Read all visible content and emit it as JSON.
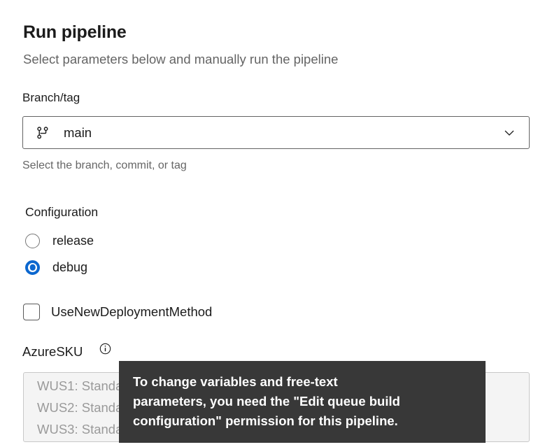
{
  "header": {
    "title": "Run pipeline",
    "subtitle": "Select parameters below and manually run the pipeline"
  },
  "branch_field": {
    "label": "Branch/tag",
    "icon": "git-branch-icon",
    "value": "main",
    "dropdown_icon": "chevron-down-icon",
    "helper_text": "Select the branch, commit, or tag"
  },
  "configuration": {
    "label": "Configuration",
    "options": [
      {
        "label": "release",
        "selected": false
      },
      {
        "label": "debug",
        "selected": true
      }
    ],
    "selected_color": "#0b67cf"
  },
  "checkbox_param": {
    "label": "UseNewDeploymentMethod",
    "checked": false
  },
  "sku_field": {
    "label": "AzureSKU",
    "info_icon": "info-icon",
    "options": [
      "WUS1: Standard_D2lds_v5",
      "WUS2: Standard_D2lds_v5",
      "WUS3: Standard_D2lds_v5"
    ]
  },
  "tooltip": {
    "lines": [
      "To change variables and free-text",
      "parameters, you need the \"Edit queue build",
      "configuration\" permission for this pipeline."
    ],
    "background": "#383838"
  }
}
